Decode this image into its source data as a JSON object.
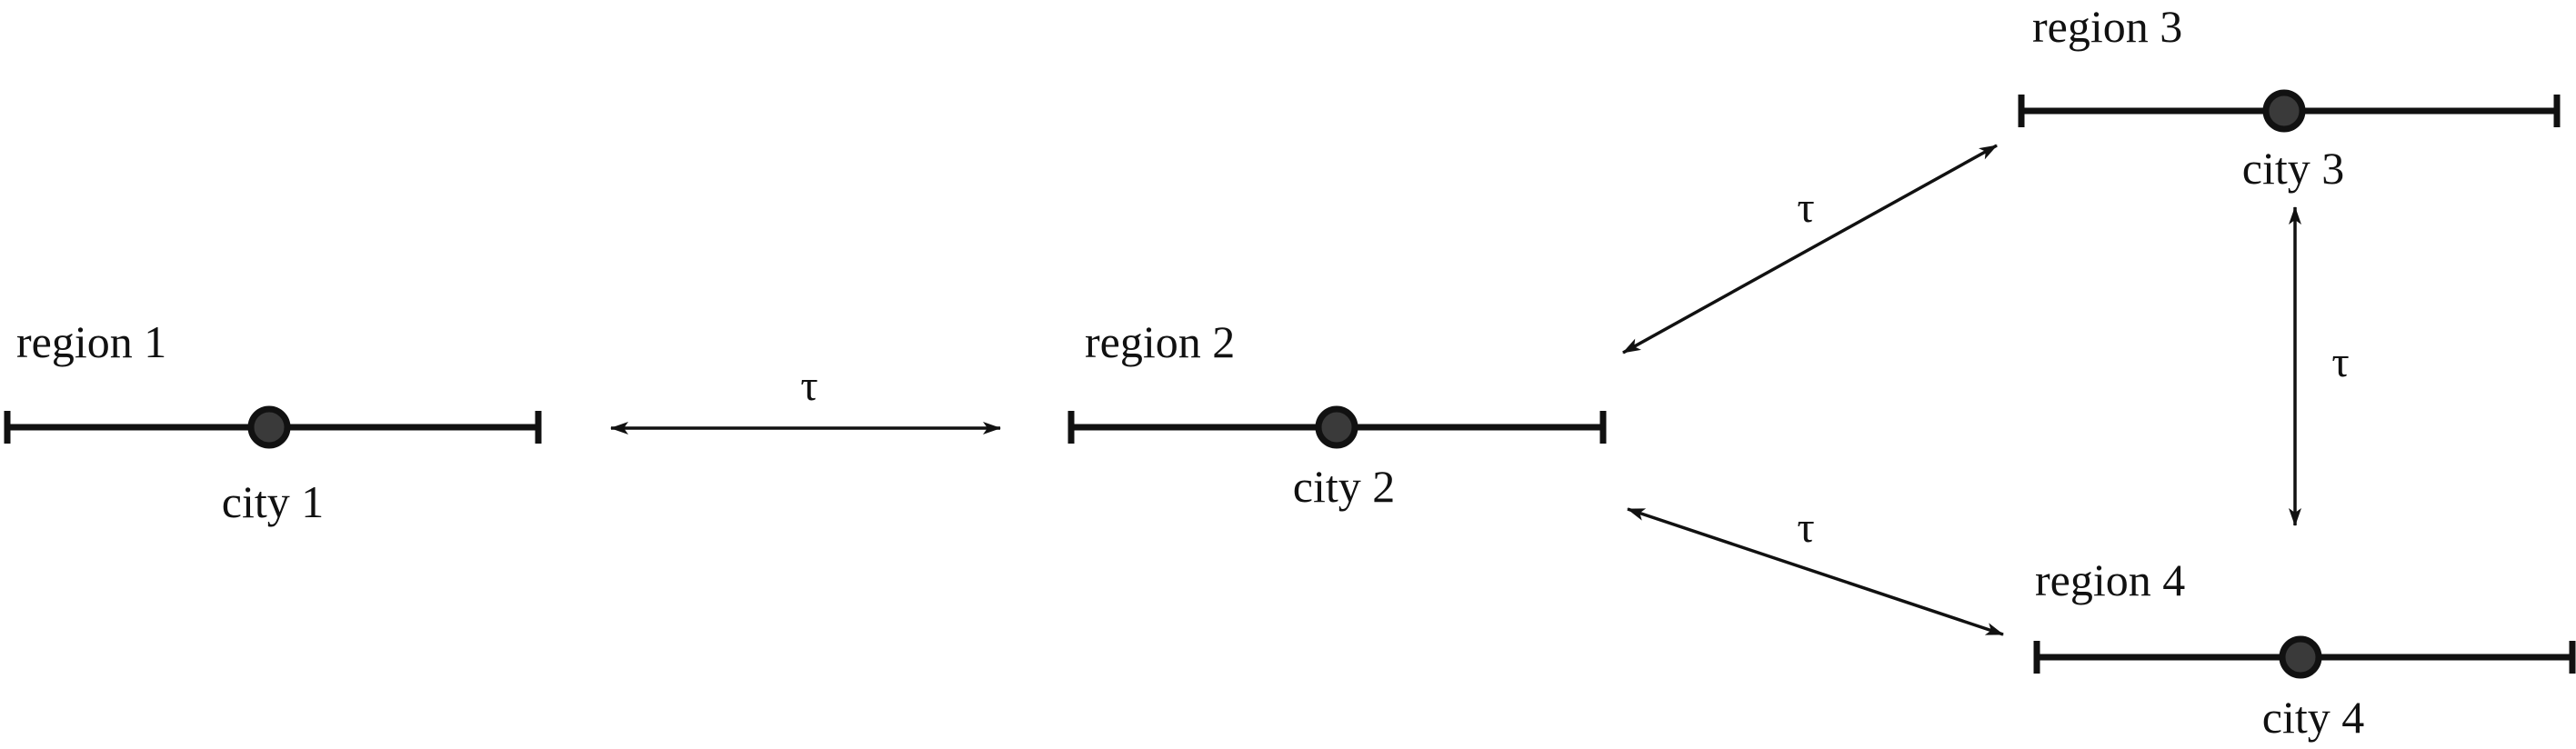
{
  "diagram": {
    "regions": [
      {
        "label": "region 1",
        "city": "city 1"
      },
      {
        "label": "region 2",
        "city": "city 2"
      },
      {
        "label": "region 3",
        "city": "city 3"
      },
      {
        "label": "region 4",
        "city": "city 4"
      }
    ],
    "links": [
      {
        "from": "region 1",
        "to": "region 2",
        "label": "τ"
      },
      {
        "from": "region 2",
        "to": "region 3",
        "label": "τ"
      },
      {
        "from": "region 2",
        "to": "region 4",
        "label": "τ"
      },
      {
        "from": "region 3",
        "to": "region 4",
        "label": "τ"
      }
    ]
  }
}
